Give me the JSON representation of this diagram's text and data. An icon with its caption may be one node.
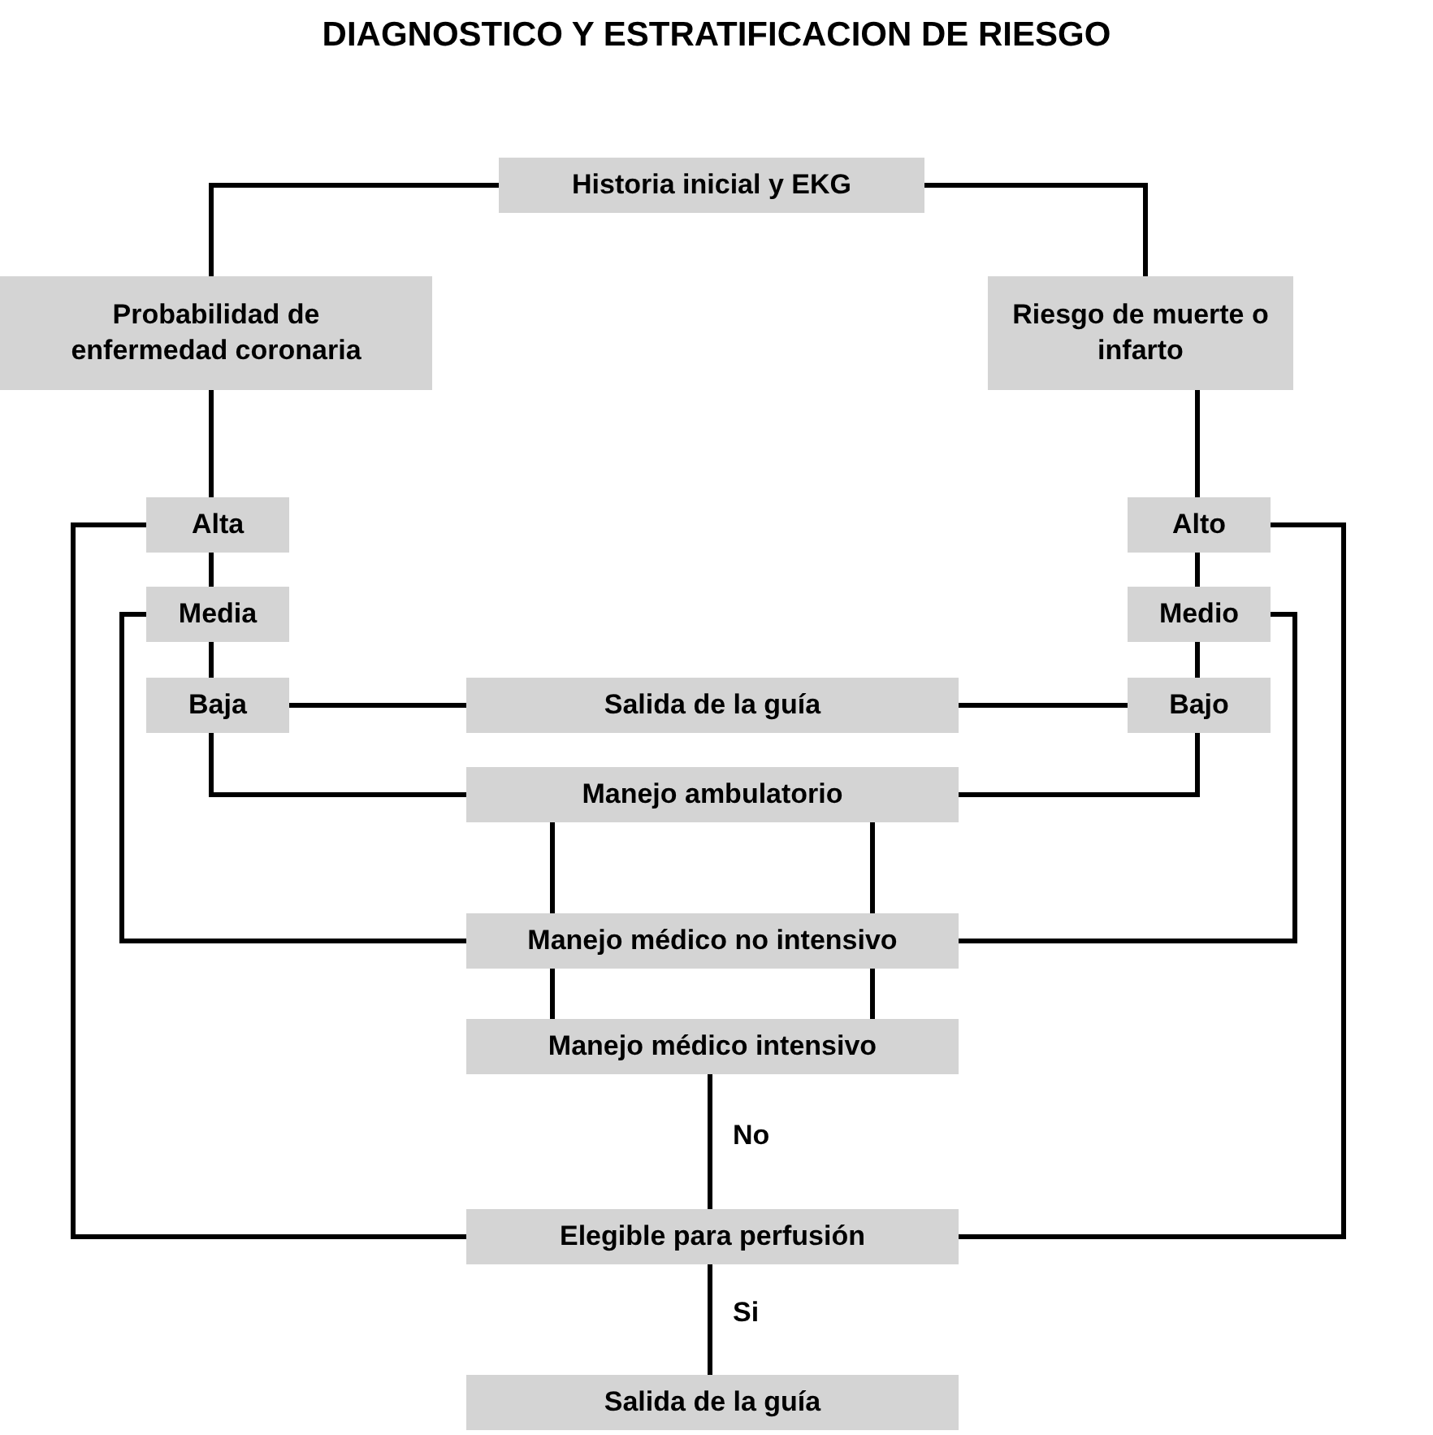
{
  "diagram": {
    "title": "DIAGNOSTICO Y ESTRATIFICACION DE RIESGO",
    "nodes": [
      {
        "text": [
          "Historia inicial y EKG"
        ]
      },
      {
        "text": [
          "Probabilidad de enfermedad coronaria"
        ]
      },
      {
        "text": [
          "Riesgo de muerte o infarto"
        ]
      },
      {
        "text": [
          "Alta"
        ]
      },
      {
        "text": [
          "Media"
        ]
      },
      {
        "text": [
          "Baja"
        ]
      },
      {
        "text": [
          "Alto"
        ]
      },
      {
        "text": [
          "Medio"
        ]
      },
      {
        "text": [
          "Bajo"
        ]
      },
      {
        "text": [
          "Salida de la guía"
        ]
      },
      {
        "text": [
          "Manejo ambulatorio"
        ]
      },
      {
        "text": [
          "Manejo médico no intensivo"
        ]
      },
      {
        "text": [
          "Manejo médico intensivo"
        ]
      },
      {
        "text": [
          "Elegible para perfusión"
        ]
      },
      {
        "text": [
          "Salida de la guía"
        ]
      }
    ],
    "edges": [
      {
        "from": 0,
        "to": 1,
        "arrow": "none"
      },
      {
        "from": 0,
        "to": 2,
        "arrow": "none"
      },
      {
        "from": 1,
        "to": 3,
        "arrow": "none"
      },
      {
        "from": 3,
        "to": 4,
        "arrow": "none"
      },
      {
        "from": 4,
        "to": 5,
        "arrow": "none"
      },
      {
        "from": 2,
        "to": 6,
        "arrow": "none"
      },
      {
        "from": 6,
        "to": 7,
        "arrow": "none"
      },
      {
        "from": 7,
        "to": 8,
        "arrow": "none"
      },
      {
        "from": 5,
        "to": 9,
        "arrow": "none"
      },
      {
        "from": 8,
        "to": 9,
        "arrow": "none"
      },
      {
        "from": 5,
        "to": 10,
        "arrow": "none"
      },
      {
        "from": 8,
        "to": 10,
        "arrow": "none"
      },
      {
        "from": 10,
        "to": 11,
        "arrow": "none"
      },
      {
        "from": 10,
        "to": 11,
        "arrow": "none"
      },
      {
        "from": 11,
        "to": 12,
        "arrow": "none"
      },
      {
        "from": 11,
        "to": 12,
        "arrow": "none"
      },
      {
        "from": 4,
        "to": 11,
        "arrow": "none"
      },
      {
        "from": 7,
        "to": 11,
        "arrow": "none"
      },
      {
        "from": 3,
        "to": 13,
        "arrow": "none"
      },
      {
        "from": 6,
        "to": 13,
        "arrow": "none"
      },
      {
        "from": 12,
        "to": 13,
        "arrow": "none",
        "label": "No"
      },
      {
        "from": 13,
        "to": 14,
        "arrow": "none",
        "label": "Si"
      }
    ]
  }
}
